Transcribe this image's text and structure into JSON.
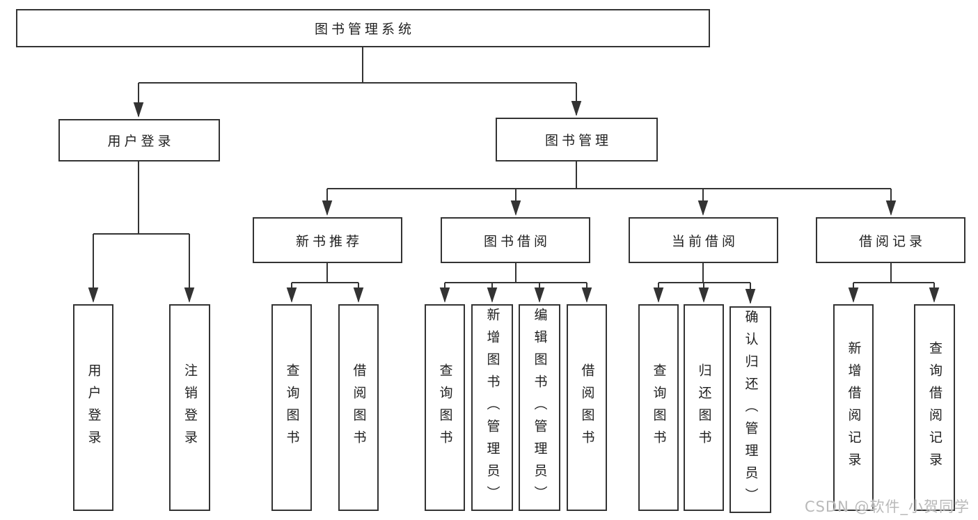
{
  "diagram": {
    "title_node": "图书管理系统",
    "colors": {
      "line": "#333333",
      "box_border": "#333333",
      "box_fill": "#ffffff",
      "text": "#1f1f1f",
      "watermark": "#b9b9b9",
      "background": "#ffffff"
    },
    "nodes": {
      "root": {
        "label": "图书管理系统"
      },
      "user_login": {
        "label": "用户登录"
      },
      "book_management": {
        "label": "图书管理"
      },
      "new_book_rec": {
        "label": "新书推荐"
      },
      "book_borrowing": {
        "label": "图书借阅"
      },
      "current_borrowing": {
        "label": "当前借阅"
      },
      "borrowing_records": {
        "label": "借阅记录"
      },
      "leaf_user_login": {
        "label": "用户登录"
      },
      "leaf_logout": {
        "label": "注销登录"
      },
      "leaf_nb_search_books": {
        "label": "查询图书"
      },
      "leaf_nb_borrow_books": {
        "label": "借阅图书"
      },
      "leaf_bb_search_books": {
        "label": "查询图书"
      },
      "leaf_bb_add_books": {
        "label": "新增图书（管理员）"
      },
      "leaf_bb_edit_books": {
        "label": "编辑图书（管理员）"
      },
      "leaf_bb_borrow_books": {
        "label": "借阅图书"
      },
      "leaf_cb_search_books": {
        "label": "查询图书"
      },
      "leaf_cb_return_books": {
        "label": "归还图书"
      },
      "leaf_cb_confirm_return": {
        "label": "确认归还（管理员）"
      },
      "leaf_br_add_record": {
        "label": "新增借阅记录"
      },
      "leaf_br_search_record": {
        "label": "查询借阅记录"
      }
    },
    "hierarchy": {
      "root": [
        "user_login",
        "book_management"
      ],
      "user_login": [
        "leaf_user_login",
        "leaf_logout"
      ],
      "book_management": [
        "new_book_rec",
        "book_borrowing",
        "current_borrowing",
        "borrowing_records"
      ],
      "new_book_rec": [
        "leaf_nb_search_books",
        "leaf_nb_borrow_books"
      ],
      "book_borrowing": [
        "leaf_bb_search_books",
        "leaf_bb_add_books",
        "leaf_bb_edit_books",
        "leaf_bb_borrow_books"
      ],
      "current_borrowing": [
        "leaf_cb_search_books",
        "leaf_cb_return_books",
        "leaf_cb_confirm_return"
      ],
      "borrowing_records": [
        "leaf_br_add_record",
        "leaf_br_search_record"
      ]
    }
  },
  "watermark": {
    "text": "CSDN @软件_小贺同学"
  }
}
